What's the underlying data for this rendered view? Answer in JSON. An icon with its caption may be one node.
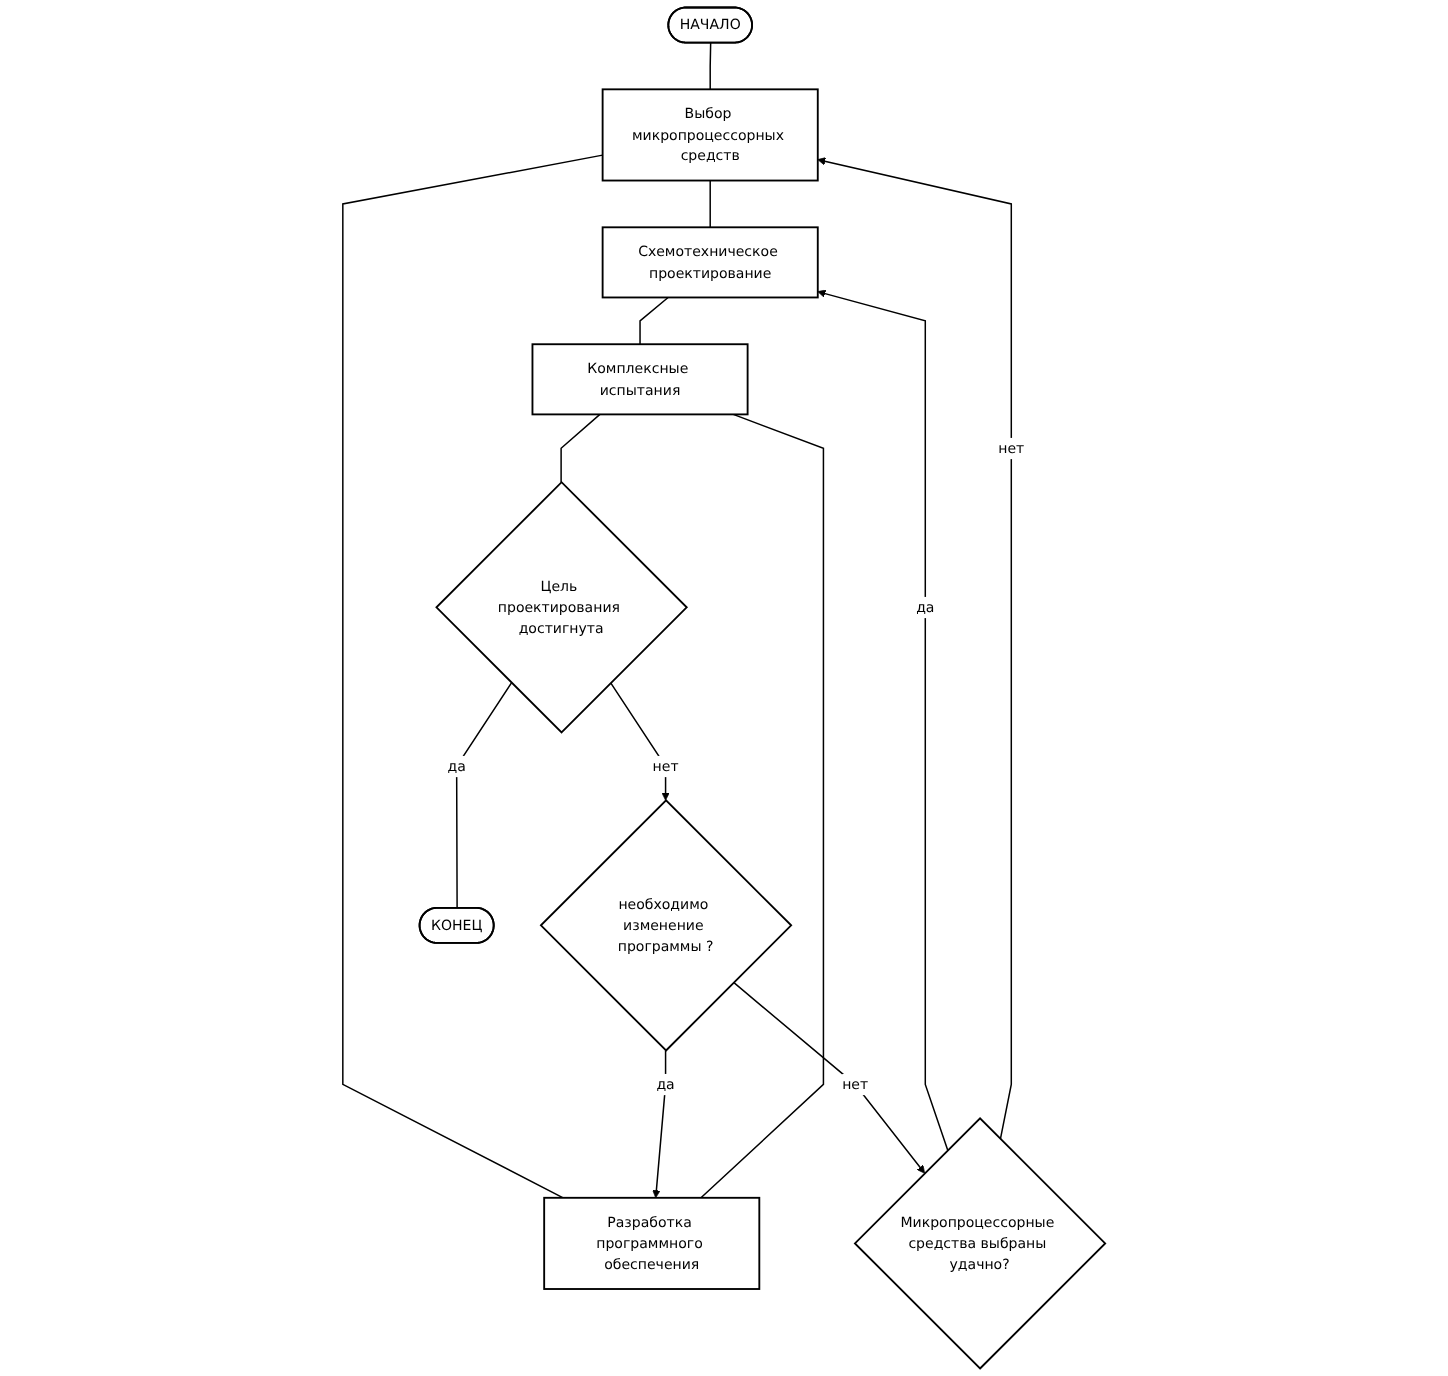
{
  "diagram": {
    "nodes": [
      {
        "text": [
          "НАЧАЛО"
        ]
      },
      {
        "text": [
          "Выбор микропроцессорных средств"
        ]
      },
      {
        "text": [
          "Схемотехническое проектирование"
        ]
      },
      {
        "text": [
          "Разработка программного обеспечения"
        ]
      },
      {
        "text": [
          "Комплексные испытания"
        ]
      },
      {
        "text": [
          "Микропроцессорные средства выбраны удачно?"
        ]
      },
      {
        "text": [
          "Цель проектирования достигнута"
        ]
      },
      {
        "text": [
          "необходимо изменение программы ?"
        ]
      },
      {
        "text": [
          "КОНЕЦ"
        ]
      }
    ],
    "edges": [
      {
        "from": 0,
        "to": 1,
        "arrow": "none"
      },
      {
        "from": 1,
        "to": 2,
        "arrow": "none"
      },
      {
        "from": 1,
        "to": 3,
        "arrow": "none"
      },
      {
        "from": 2,
        "to": 4,
        "arrow": "none"
      },
      {
        "from": 3,
        "to": 4,
        "arrow": "none"
      },
      {
        "from": 4,
        "to": 6,
        "arrow": "none"
      },
      {
        "from": 6,
        "to": 7,
        "label": "нет",
        "arrow": "to"
      },
      {
        "from": 6,
        "to": 8,
        "label": "да",
        "arrow": "none"
      },
      {
        "from": 7,
        "to": 3,
        "label": "да",
        "arrow": "to"
      },
      {
        "from": 7,
        "to": 5,
        "label": "нет",
        "arrow": "to"
      },
      {
        "from": 5,
        "to": 2,
        "label": "да",
        "arrow": "to"
      },
      {
        "from": 5,
        "to": 1,
        "label": "нет",
        "arrow": "to"
      }
    ]
  }
}
